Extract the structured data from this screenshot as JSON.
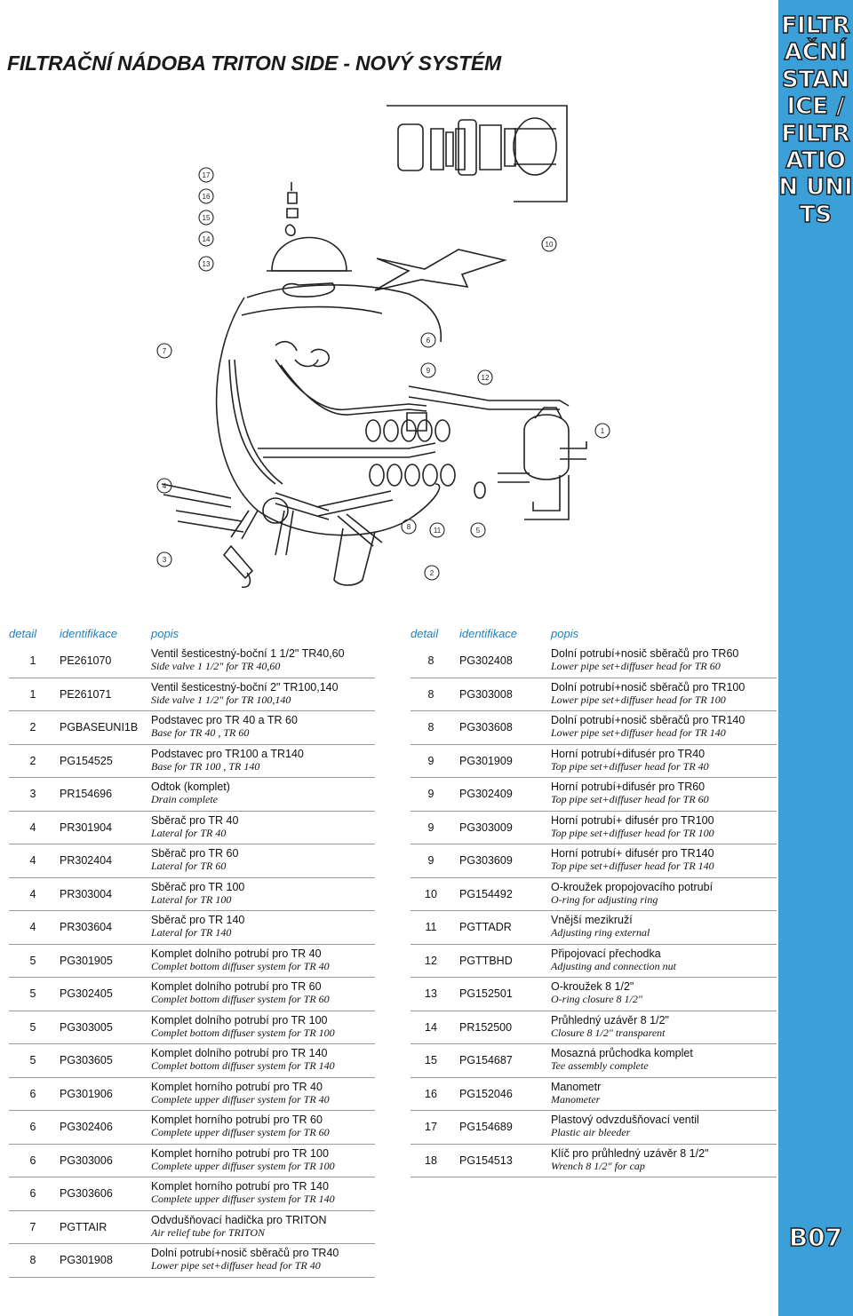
{
  "page": {
    "title": "FILTRAČNÍ NÁDOBA TRITON SIDE - NOVÝ SYSTÉM"
  },
  "sidebar": {
    "vertical_text": "FILTRAČNÍ STANICE / FILTRATION UNITS",
    "page_code": "B07",
    "color": "#3b9fd8"
  },
  "drawing": {
    "callouts": [
      "17",
      "16",
      "15",
      "14",
      "13",
      "7",
      "4",
      "3",
      "6",
      "9",
      "12",
      "10",
      "8",
      "11",
      "5",
      "2",
      "1"
    ]
  },
  "table_headers": {
    "detail": "detail",
    "id": "identifikace",
    "desc": "popis"
  },
  "left_rows": [
    {
      "detail": "1",
      "id": "PE261070",
      "cz": "Ventil šesticestný-boční 1 1/2\" TR40,60",
      "en": "Side valve 1 1/2\" for TR 40,60"
    },
    {
      "detail": "1",
      "id": "PE261071",
      "cz": "Ventil šesticestný-boční 2\" TR100,140",
      "en": "Side valve 1 1/2\" for TR 100,140"
    },
    {
      "detail": "2",
      "id": "PGBASEUNI1B",
      "cz": "Podstavec pro TR 40 a TR 60",
      "en": "Base for TR 40 , TR 60"
    },
    {
      "detail": "2",
      "id": "PG154525",
      "cz": "Podstavec pro TR100 a TR140",
      "en": "Base for TR 100 , TR 140"
    },
    {
      "detail": "3",
      "id": "PR154696",
      "cz": "Odtok (komplet)",
      "en": "Drain complete"
    },
    {
      "detail": "4",
      "id": "PR301904",
      "cz": "Sběrač pro TR 40",
      "en": "Lateral for TR 40"
    },
    {
      "detail": "4",
      "id": "PR302404",
      "cz": "Sběrač pro TR 60",
      "en": "Lateral for TR 60"
    },
    {
      "detail": "4",
      "id": "PR303004",
      "cz": "Sběrač pro TR 100",
      "en": "Lateral for TR 100"
    },
    {
      "detail": "4",
      "id": "PR303604",
      "cz": "Sběrač pro TR 140",
      "en": "Lateral for TR 140"
    },
    {
      "detail": "5",
      "id": "PG301905",
      "cz": "Komplet dolního potrubí pro TR 40",
      "en": "Complet bottom diffuser system for TR 40"
    },
    {
      "detail": "5",
      "id": "PG302405",
      "cz": "Komplet dolního potrubí pro TR 60",
      "en": "Complet bottom diffuser system for TR 60"
    },
    {
      "detail": "5",
      "id": "PG303005",
      "cz": "Komplet dolního potrubí pro TR 100",
      "en": "Complet bottom diffuser system for TR 100"
    },
    {
      "detail": "5",
      "id": "PG303605",
      "cz": "Komplet dolního potrubí pro TR 140",
      "en": "Complet bottom diffuser system for TR 140"
    },
    {
      "detail": "6",
      "id": "PG301906",
      "cz": "Komplet horního potrubí pro TR 40",
      "en": "Complete upper diffuser system for TR 40"
    },
    {
      "detail": "6",
      "id": "PG302406",
      "cz": "Komplet horního potrubí pro TR 60",
      "en": "Complete upper diffuser system for TR 60"
    },
    {
      "detail": "6",
      "id": "PG303006",
      "cz": "Komplet horního potrubí pro TR 100",
      "en": "Complete upper diffuser system for TR 100"
    },
    {
      "detail": "6",
      "id": "PG303606",
      "cz": "Komplet horního potrubí pro TR 140",
      "en": "Complete upper diffuser system for TR 140"
    },
    {
      "detail": "7",
      "id": "PGTTAIR",
      "cz": "Odvdušňovací hadička pro TRITON",
      "en": "Air relief tube for TRITON"
    },
    {
      "detail": "8",
      "id": "PG301908",
      "cz": "Dolní potrubí+nosič sběračů pro TR40",
      "en": "Lower pipe set+diffuser head for TR 40"
    }
  ],
  "right_rows": [
    {
      "detail": "8",
      "id": "PG302408",
      "cz": "Dolní potrubí+nosič sběračů pro TR60",
      "en": "Lower pipe set+diffuser head for TR 60"
    },
    {
      "detail": "8",
      "id": "PG303008",
      "cz": "Dolní potrubí+nosič sběračů pro TR100",
      "en": "Lower pipe set+diffuser head for TR 100"
    },
    {
      "detail": "8",
      "id": "PG303608",
      "cz": "Dolní potrubí+nosič sběračů pro TR140",
      "en": "Lower pipe set+diffuser head for TR 140"
    },
    {
      "detail": "9",
      "id": "PG301909",
      "cz": "Horní potrubí+difusér pro TR40",
      "en": "Top pipe set+diffuser head for TR 40"
    },
    {
      "detail": "9",
      "id": "PG302409",
      "cz": "Horní potrubí+difusér pro TR60",
      "en": "Top pipe set+diffuser head for TR 60"
    },
    {
      "detail": "9",
      "id": "PG303009",
      "cz": "Horní potrubí+ difusér pro TR100",
      "en": "Top pipe set+diffuser head for TR 100"
    },
    {
      "detail": "9",
      "id": "PG303609",
      "cz": "Horní potrubí+ difusér pro TR140",
      "en": "Top pipe set+diffuser head for TR 140"
    },
    {
      "detail": "10",
      "id": "PG154492",
      "cz": "O-kroužek propojovacího potrubí",
      "en": "O-ring for adjusting ring"
    },
    {
      "detail": "11",
      "id": "PGTTADR",
      "cz": "Vnější mezikruží",
      "en": "Adjusting ring external"
    },
    {
      "detail": "12",
      "id": "PGTTBHD",
      "cz": "Připojovací přechodka",
      "en": "Adjusting and connection nut"
    },
    {
      "detail": "13",
      "id": "PG152501",
      "cz": "O-kroužek 8 1/2\"",
      "en": "O-ring closure 8 1/2\""
    },
    {
      "detail": "14",
      "id": "PR152500",
      "cz": "Průhledný uzávěr 8 1/2\"",
      "en": "Closure 8 1/2\" transparent"
    },
    {
      "detail": "15",
      "id": "PG154687",
      "cz": "Mosazná průchodka komplet",
      "en": "Tee assembly complete"
    },
    {
      "detail": "16",
      "id": "PG152046",
      "cz": "Manometr",
      "en": "Manometer"
    },
    {
      "detail": "17",
      "id": "PG154689",
      "cz": "Plastový odvzdušňovací ventil",
      "en": "Plastic air bleeder"
    },
    {
      "detail": "18",
      "id": "PG154513",
      "cz": "Klíč pro průhledný uzávěr 8 1/2\"",
      "en": "Wrench 8 1/2\" for cap"
    }
  ]
}
